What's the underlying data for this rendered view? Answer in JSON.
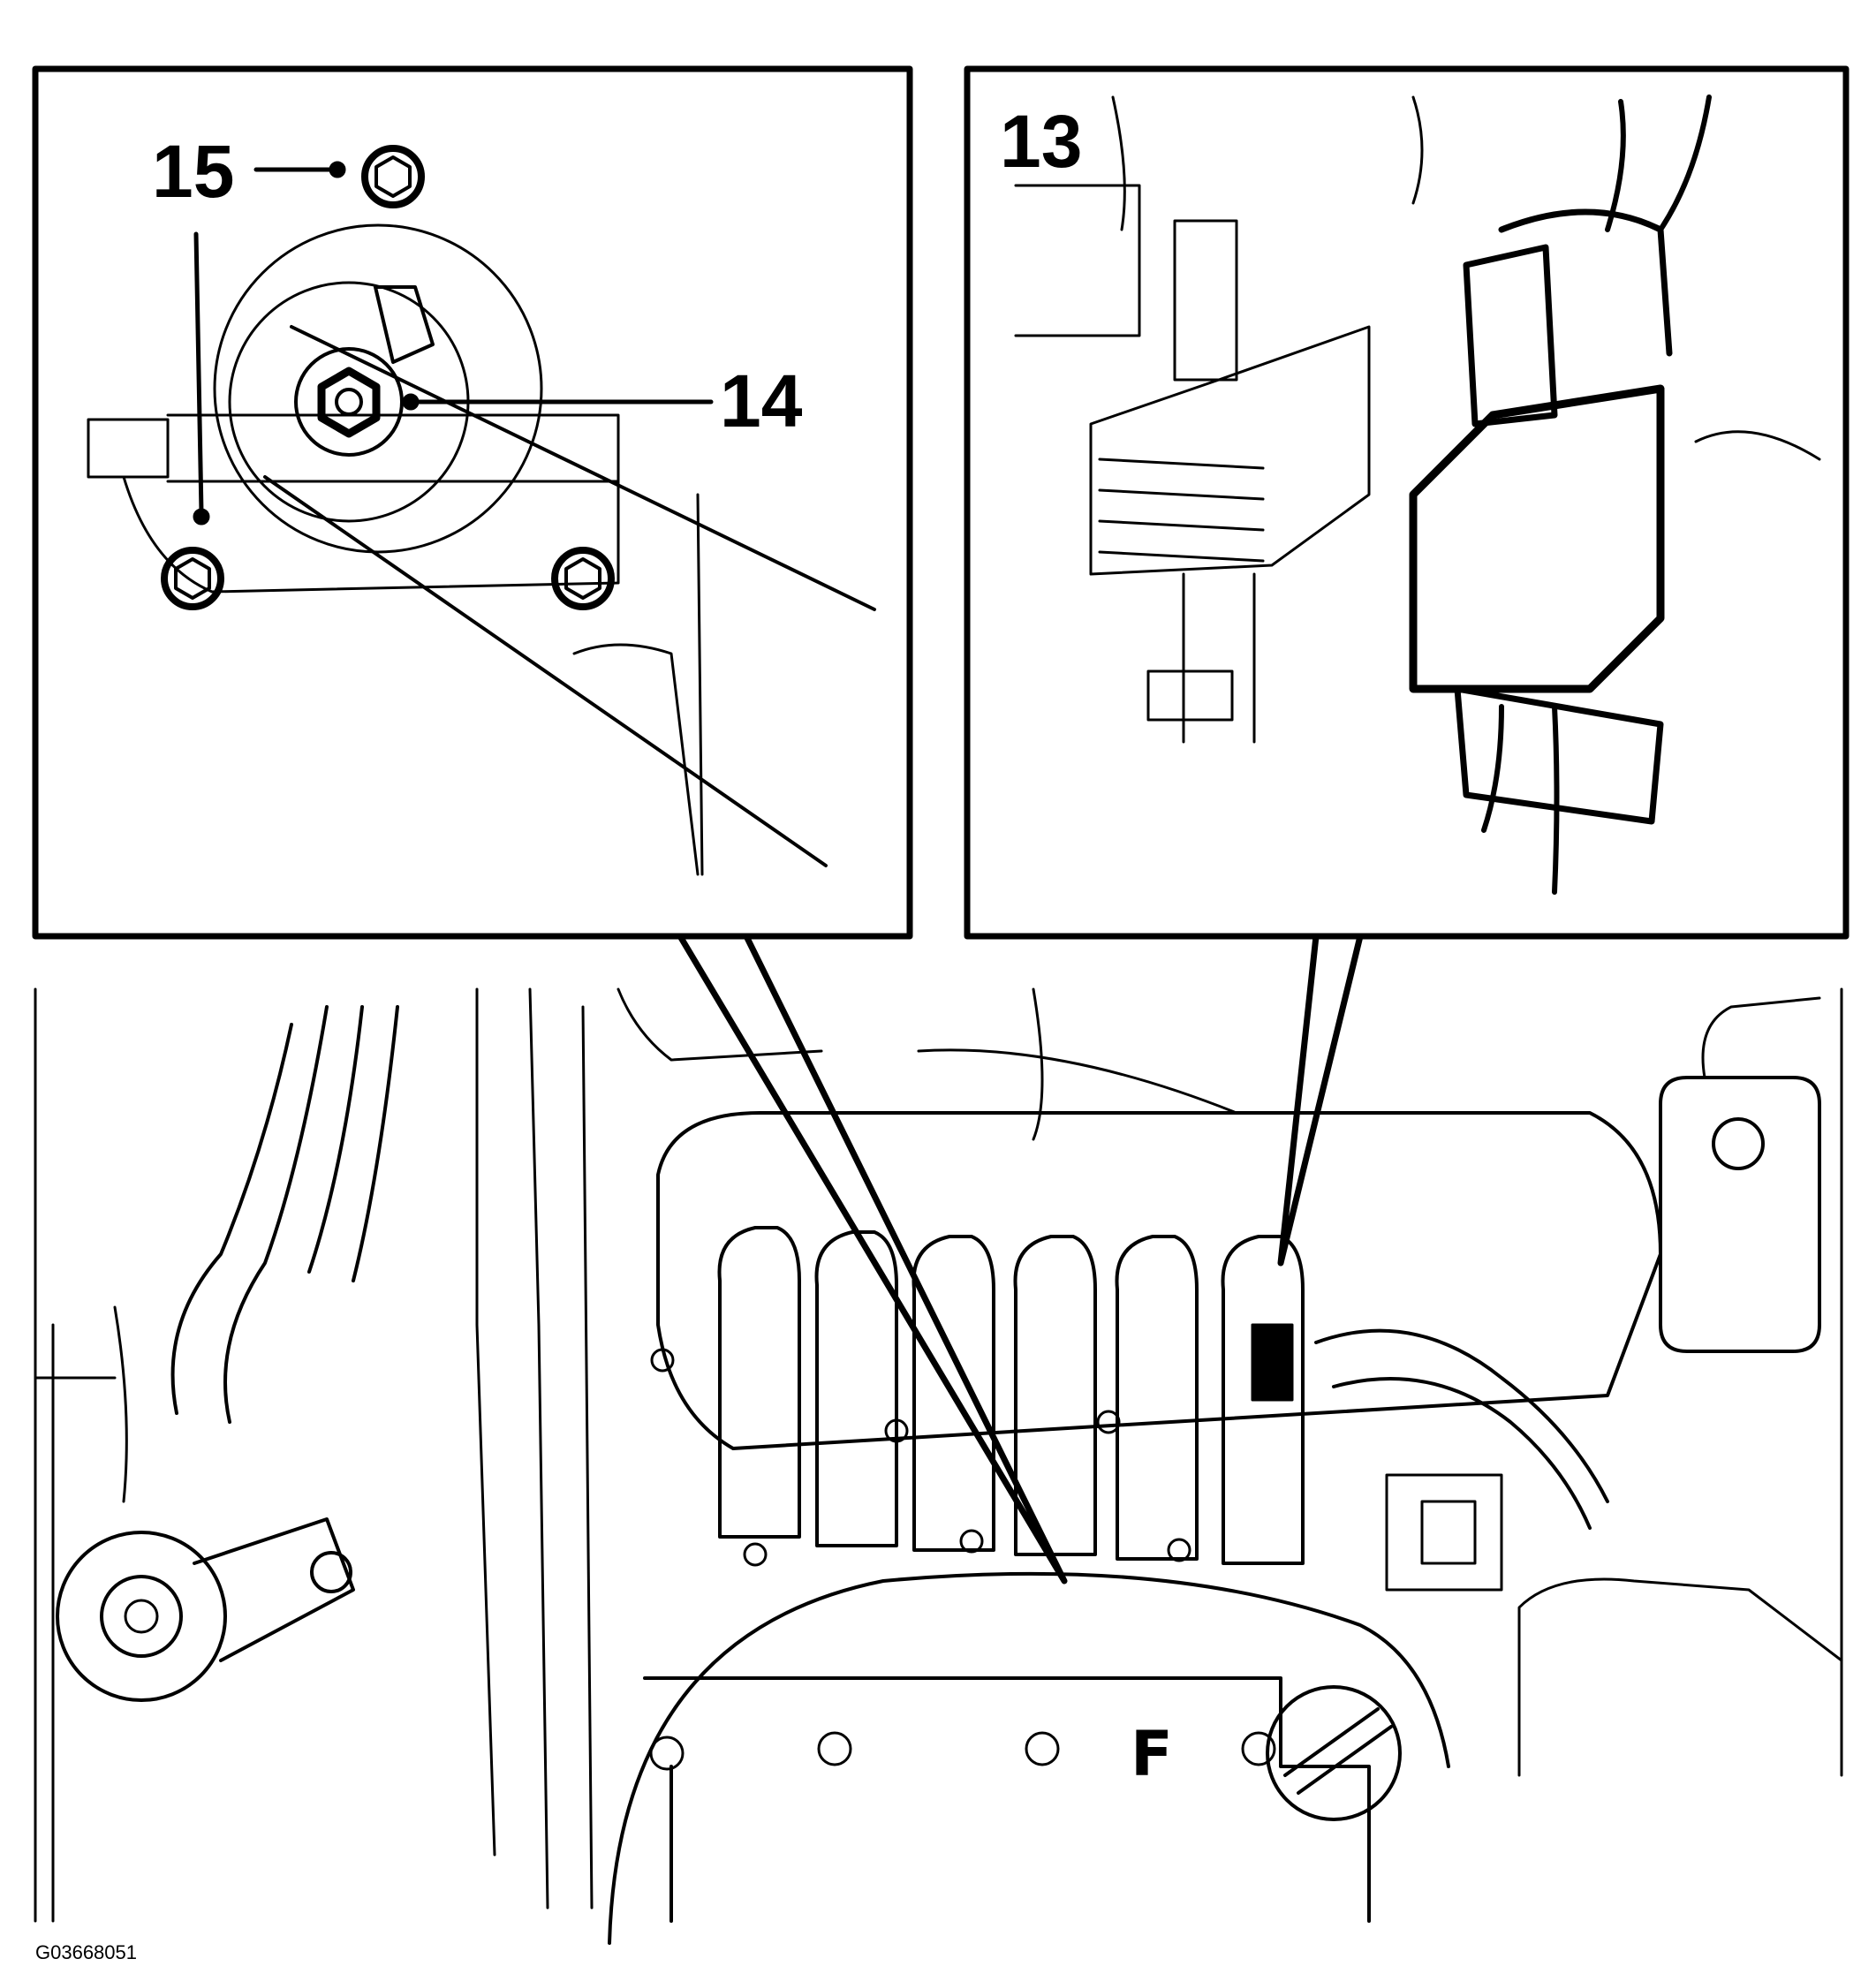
{
  "callouts": {
    "bolt_group": "15",
    "center_nut": "14",
    "connector": "13"
  },
  "figure_id": "G03668051",
  "colors": {
    "line": "#000000",
    "background": "#ffffff"
  }
}
